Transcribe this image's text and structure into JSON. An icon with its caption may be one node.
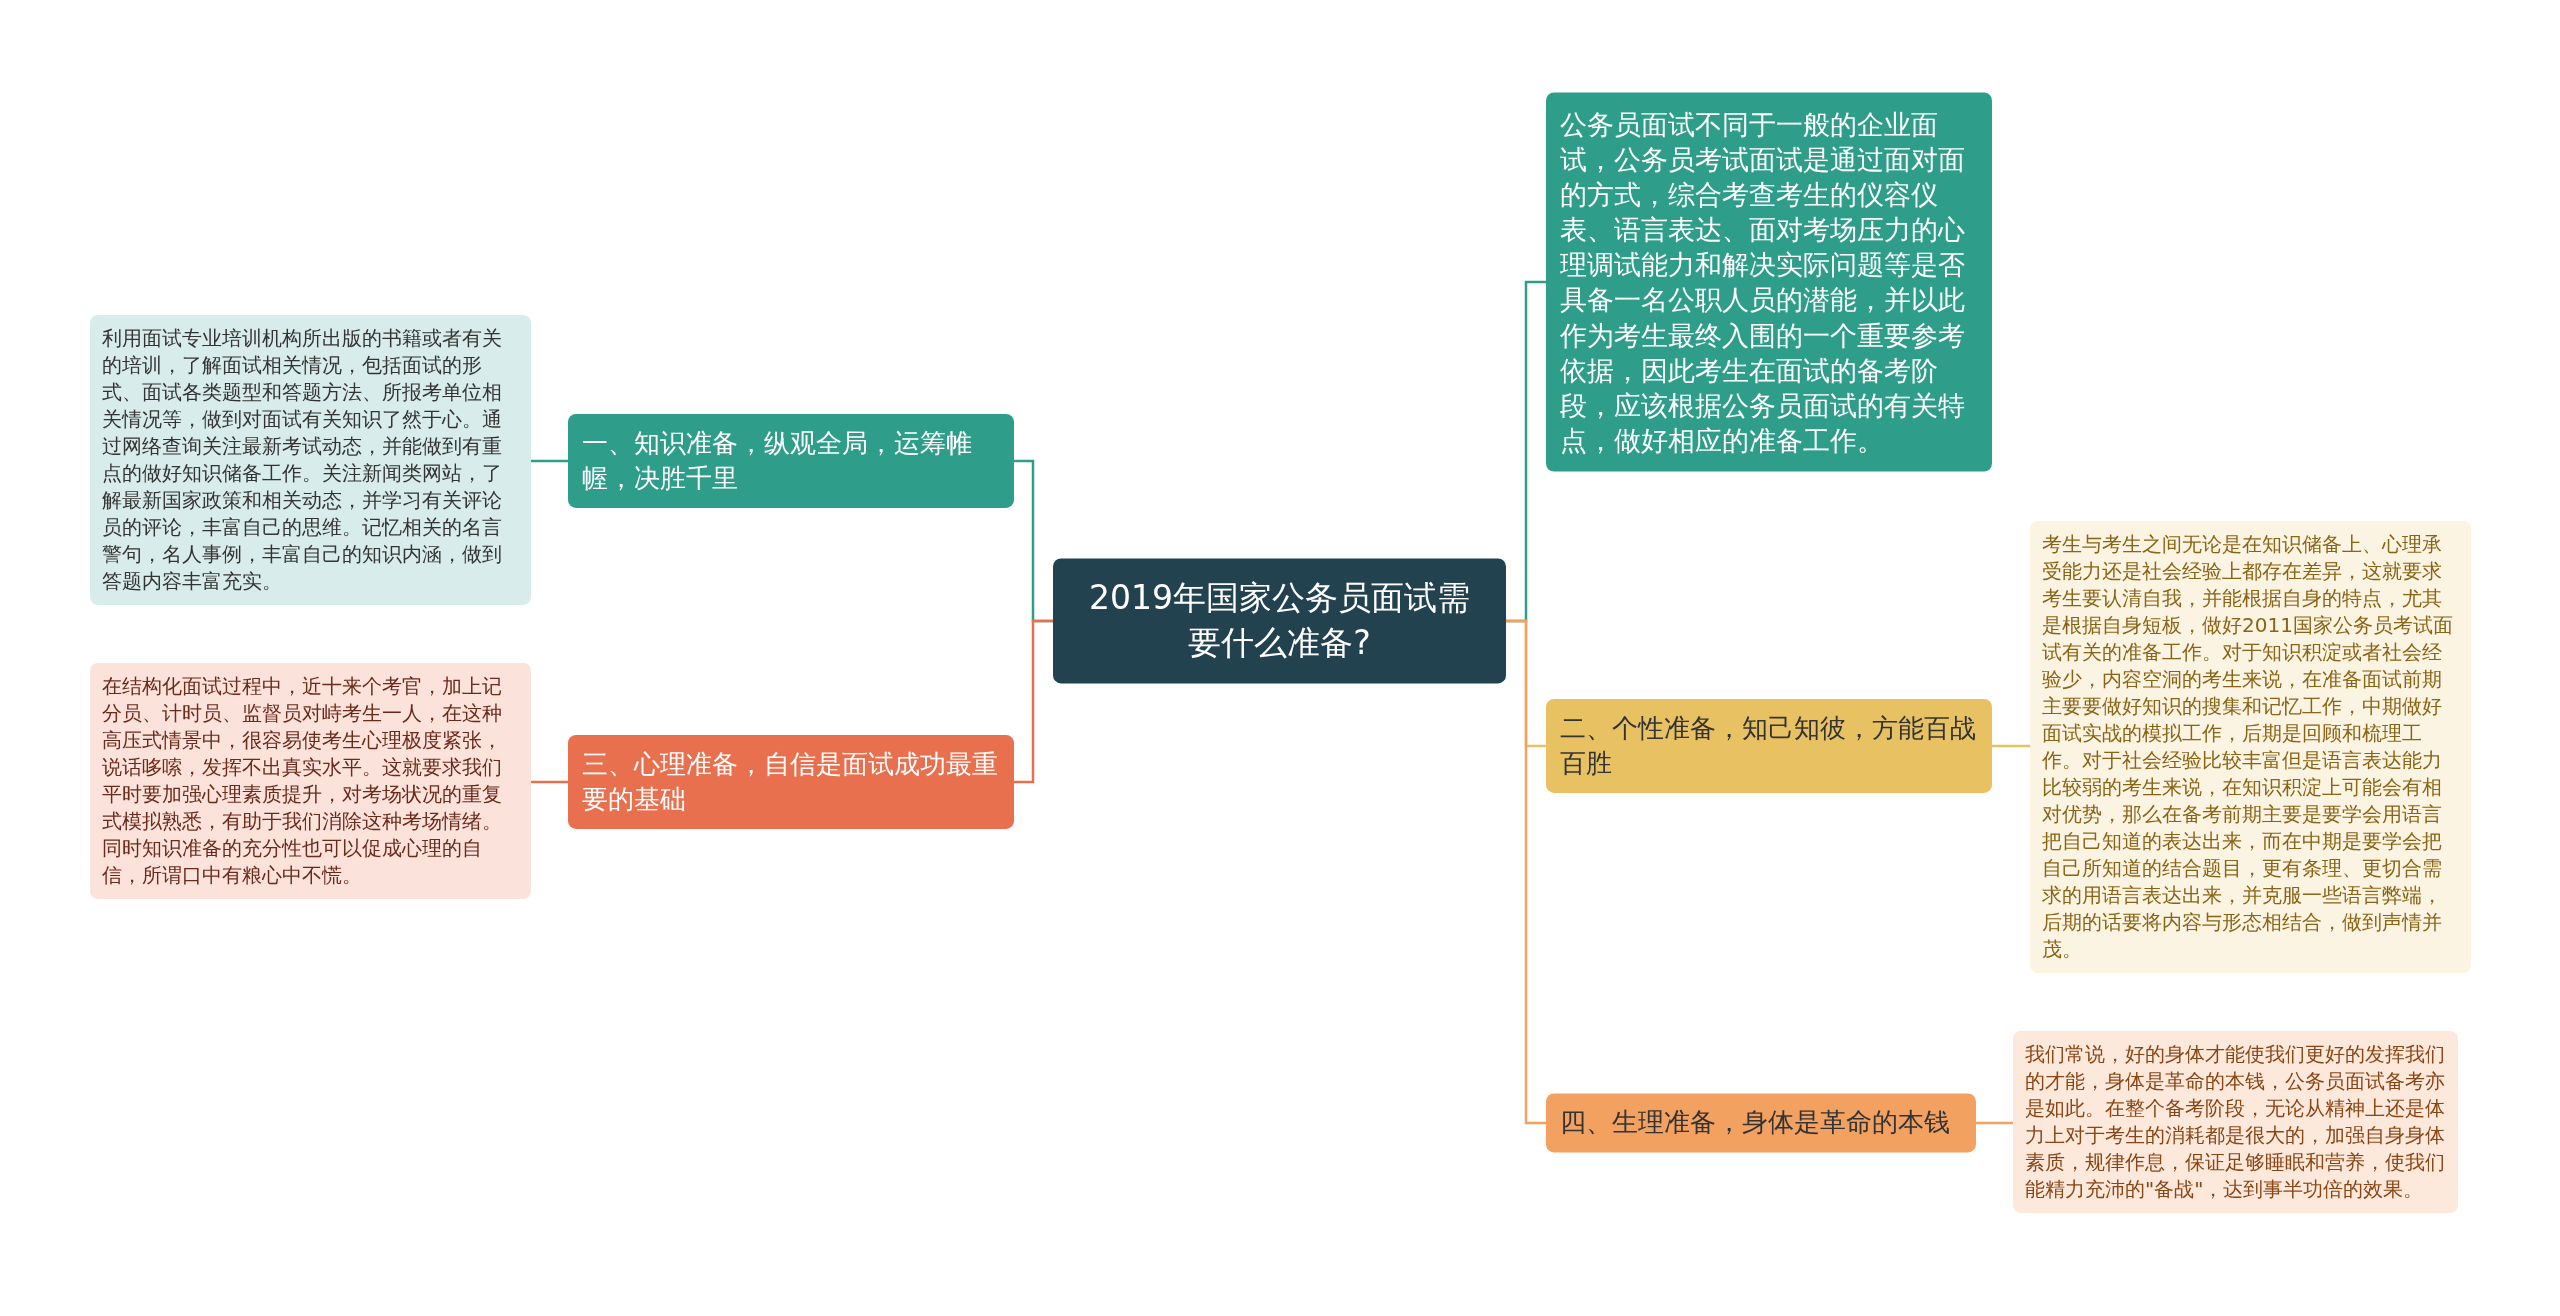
{
  "diagram": {
    "nodes": [
      {
        "text": [
          "2019年国家公务员面试需要什么准备?"
        ]
      },
      {
        "text": [
          "一、知识准备，纵观全局，运筹帷幄，决胜千里"
        ]
      },
      {
        "text": [
          "利用面试专业培训机构所出版的书籍或者有关的培训，了解面试相关情况，包括面试的形式、面试各类题型和答题方法、所报考单位相关情况等，做到对面试有关知识了然于心。通过网络查询关注最新考试动态，并能做到有重点的做好知识储备工作。关注新闻类网站，了解最新国家政策和相关动态，并学习有关评论员的评论，丰富自己的思维。记忆相关的名言警句，名人事例，丰富自己的知识内涵，做到答题内容丰富充实。"
        ]
      },
      {
        "text": [
          "三、心理准备，自信是面试成功最重要的基础"
        ]
      },
      {
        "text": [
          "在结构化面试过程中，近十来个考官，加上记分员、计时员、监督员对峙考生一人，在这种高压式情景中，很容易使考生心理极度紧张，说话哆嗦，发挥不出真实水平。这就要求我们平时要加强心理素质提升，对考场状况的重复式模拟熟悉，有助于我们消除这种考场情绪。同时知识准备的充分性也可以促成心理的自信，所谓口中有粮心中不慌。"
        ]
      },
      {
        "text": [
          "公务员面试不同于一般的企业面试，公务员考试面试是通过面对面的方式，综合考查考生的仪容仪表、语言表达、面对考场压力的心理调试能力和解决实际问题等是否具备一名公职人员的潜能，并以此作为考生最终入围的一个重要参考依据，因此考生在面试的备考阶段，应该根据公务员面试的有关特点，做好相应的准备工作。"
        ]
      },
      {
        "text": [
          "二、个性准备，知己知彼，方能百战百胜"
        ]
      },
      {
        "text": [
          "考生与考生之间无论是在知识储备上、心理承受能力还是社会经验上都存在差异，这就要求考生要认清自我，并能根据自身的特点，尤其是根据自身短板，做好2011国家公务员考试面试有关的准备工作。对于知识积淀或者社会经验少，内容空洞的考生来说，在准备面试前期主要要做好知识的搜集和记忆工作，中期做好面试实战的模拟工作，后期是回顾和梳理工作。对于社会经验比较丰富但是语言表达能力比较弱的考生来说，在知识积淀上可能会有相对优势，那么在备考前期主要是要学会用语言把自己知道的表达出来，而在中期是要学会把自己所知道的结合题目，更有条理、更切合需求的用语言表达出来，并克服一些语言弊端，后期的话要将内容与形态相结合，做到声情并茂。"
        ]
      },
      {
        "text": [
          "四、生理准备，身体是革命的本钱"
        ]
      },
      {
        "text": [
          "我们常说，好的身体才能使我们更好的发挥我们的才能，身体是革命的本钱，公务员面试备考亦是如此。在整个备考阶段，无论从精神上还是体力上对于考生的消耗都是很大的，加强自身身体素质，规律作息，保证足够睡眠和营养，使我们能精力充沛的\"备战\"，达到事半功倍的效果。"
        ]
      }
    ],
    "edges": [
      {
        "from": 0,
        "to": 1,
        "arrow": "none",
        "color": "#2e9e8a"
      },
      {
        "from": 1,
        "to": 2,
        "arrow": "none",
        "color": "#2e9e8a"
      },
      {
        "from": 0,
        "to": 3,
        "arrow": "none",
        "color": "#e8704f"
      },
      {
        "from": 3,
        "to": 4,
        "arrow": "none",
        "color": "#e8704f"
      },
      {
        "from": 0,
        "to": 5,
        "arrow": "none",
        "color": "#2e9e8a"
      },
      {
        "from": 0,
        "to": 6,
        "arrow": "none",
        "color": "#e8c262"
      },
      {
        "from": 6,
        "to": 7,
        "arrow": "none",
        "color": "#e8c262"
      },
      {
        "from": 0,
        "to": 8,
        "arrow": "none",
        "color": "#f3a160"
      },
      {
        "from": 8,
        "to": 9,
        "arrow": "none",
        "color": "#f3a160"
      }
    ]
  }
}
